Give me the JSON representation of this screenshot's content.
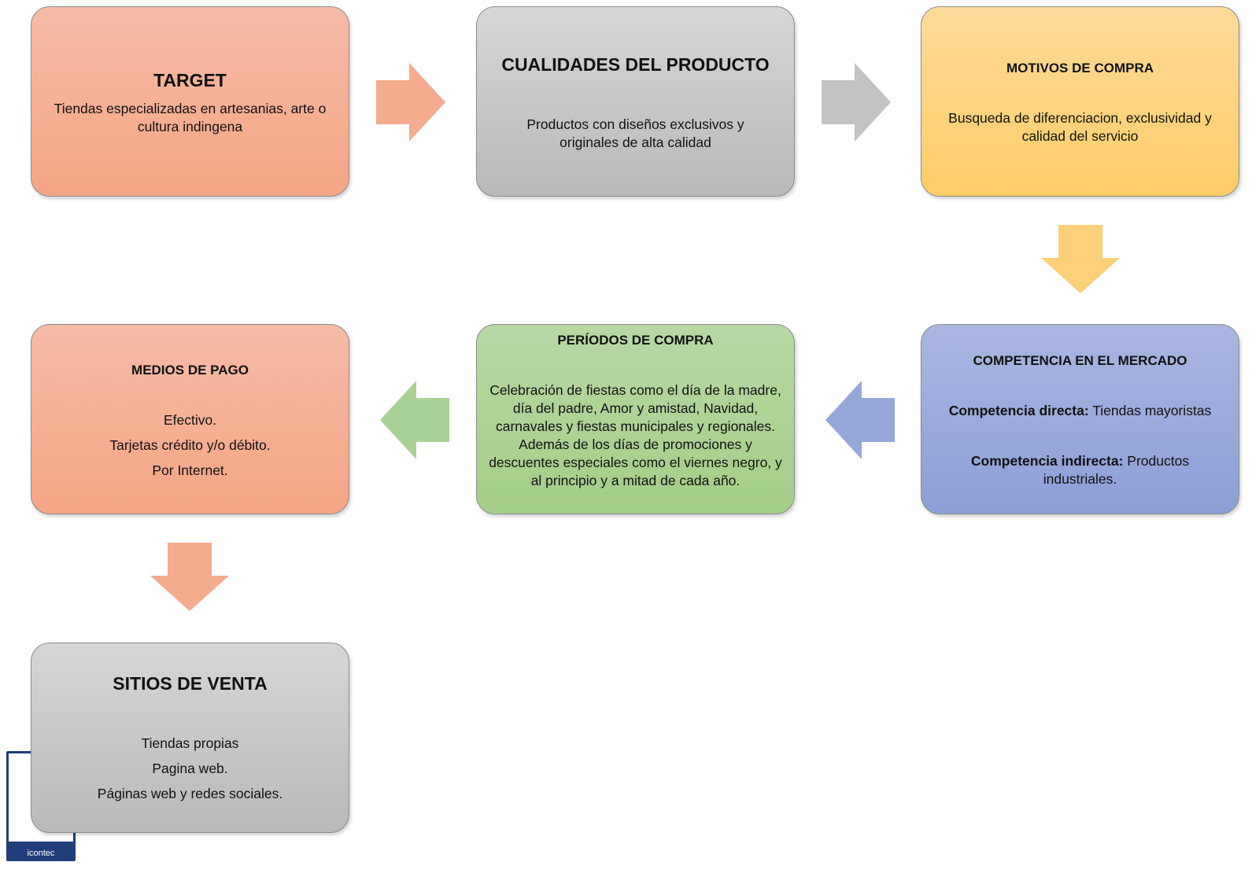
{
  "boxes": {
    "target": {
      "title": "TARGET",
      "text": "Tiendas especializadas en artesanias, arte o cultura indingena"
    },
    "cualidades": {
      "title": "CUALIDADES DEL PRODUCTO",
      "text": "Productos con diseños exclusivos y originales de alta calidad"
    },
    "motivos": {
      "title": "MOTIVOS DE COMPRA",
      "text": "Busqueda de diferenciacion, exclusividad y calidad del servicio"
    },
    "competencia": {
      "title": "COMPETENCIA EN EL MERCADO",
      "directa_label": "Competencia directa:",
      "directa_text": "Tiendas mayoristas",
      "indirecta_label": "Competencia indirecta:",
      "indirecta_text": "Productos industriales."
    },
    "periodos": {
      "title": "PERÍODOS DE COMPRA",
      "text": "Celebración de fiestas como el día de la madre, día del padre, Amor y amistad, Navidad, carnavales y fiestas municipales y regionales. Además de los días de promociones y descuentes especiales como el viernes negro, y al principio y a mitad de cada año."
    },
    "medios": {
      "title": "MEDIOS DE PAGO",
      "items": [
        "Efectivo.",
        "Tarjetas crédito y/o débito.",
        "Por Internet."
      ]
    },
    "sitios": {
      "title": "SITIOS DE VENTA",
      "items": [
        "Tiendas propias",
        "Pagina web.",
        "Páginas web y redes sociales."
      ]
    }
  },
  "logo": {
    "text": "icontec"
  }
}
